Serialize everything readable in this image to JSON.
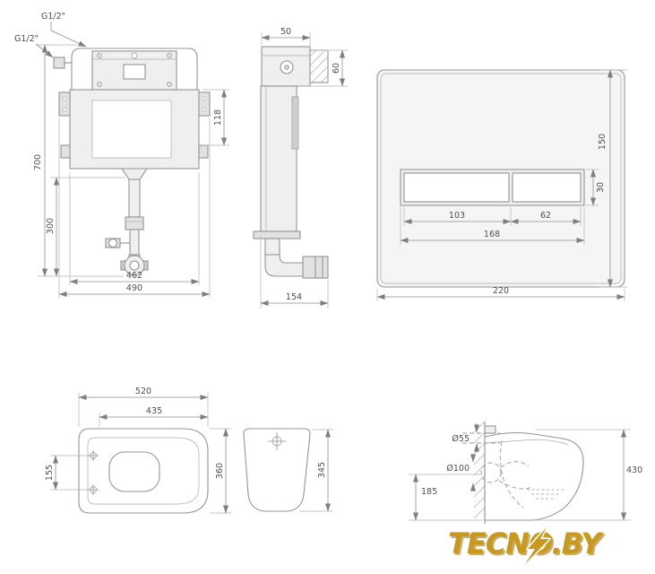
{
  "colors": {
    "background": "#ffffff",
    "line_gray": "#949494",
    "dimension_text": "#4f4f4f",
    "logo_gold": "#c9991b"
  },
  "views": {
    "cistern_front": {
      "g12_top": "G1/2\"",
      "g12_side": "G1/2\"",
      "dim_700": "700",
      "dim_300": "300",
      "dim_118": "118",
      "dim_462": "462",
      "dim_490": "490"
    },
    "cistern_side": {
      "dim_50": "50",
      "dim_60": "60",
      "dim_154": "154"
    },
    "flush_plate": {
      "dim_150": "150",
      "dim_30": "30",
      "dim_103": "103",
      "dim_62": "62",
      "dim_168": "168",
      "dim_220": "220"
    },
    "toilet_top": {
      "dim_520": "520",
      "dim_435": "435",
      "dim_155": "155",
      "dim_360": "360"
    },
    "toilet_front": {
      "dim_345": "345"
    },
    "toilet_side": {
      "dim_d55": "Ø55",
      "dim_d100": "Ø100",
      "dim_185": "185",
      "dim_430": "430"
    }
  },
  "logo": {
    "text": "TECNO.BY"
  }
}
